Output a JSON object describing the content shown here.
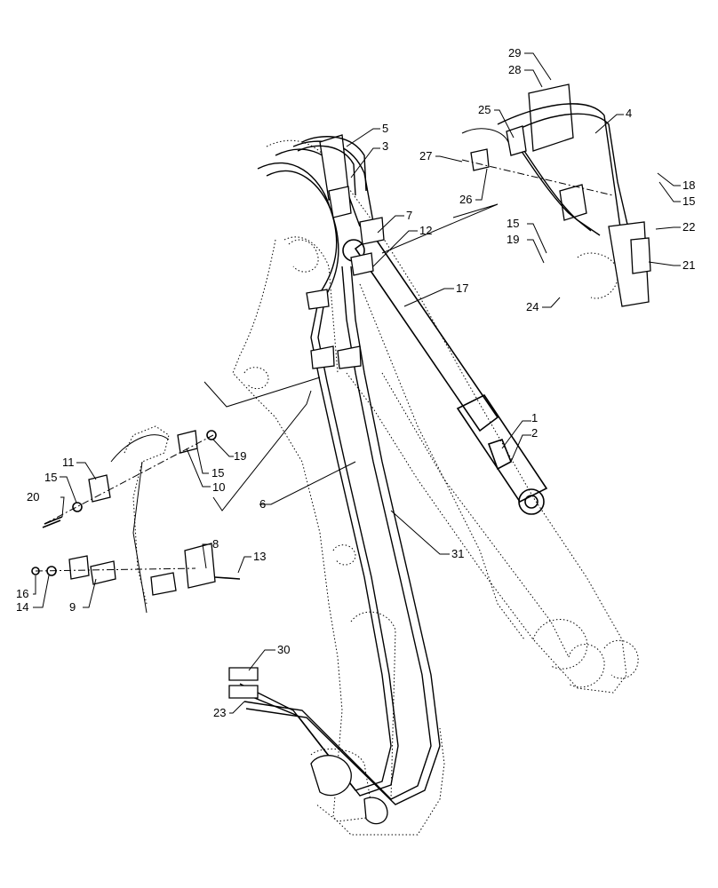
{
  "callouts": {
    "n1": "1",
    "n2": "2",
    "n3": "3",
    "n4": "4",
    "n5": "5",
    "n6": "6",
    "n7": "7",
    "n8": "8",
    "n9": "9",
    "n10": "10",
    "n11": "11",
    "n12": "12",
    "n13": "13",
    "n14": "14",
    "n15a": "15",
    "n15b": "15",
    "n15c": "15",
    "n15d": "15",
    "n16": "16",
    "n17": "17",
    "n18": "18",
    "n19a": "19",
    "n19b": "19",
    "n20": "20",
    "n21": "21",
    "n22": "22",
    "n23": "23",
    "n24": "24",
    "n25": "25",
    "n26": "26",
    "n27": "27",
    "n28": "28",
    "n29": "29",
    "n30": "30",
    "n31": "31"
  }
}
